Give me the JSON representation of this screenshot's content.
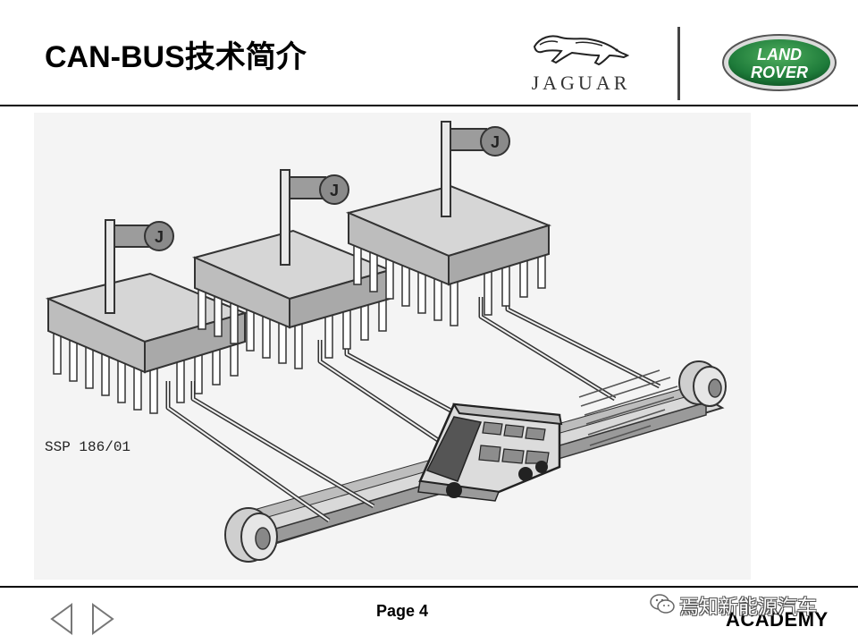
{
  "header": {
    "title": "CAN-BUS技术简介",
    "jaguar_wordmark": "JAGUAR",
    "landrover_logo_line1": "LAND",
    "landrover_logo_line2": "ROVER"
  },
  "illustration": {
    "caption": "SSP 186/01",
    "flag_letter": "J",
    "module_count": 3
  },
  "footer": {
    "page_label": "Page 4",
    "academy_label": "ACADEMY",
    "watermark_text": "焉知新能源汽车"
  },
  "colors": {
    "rule": "#000000",
    "landrover_green": "#1e7b3a",
    "illustration_bg": "#f4f4f4"
  }
}
